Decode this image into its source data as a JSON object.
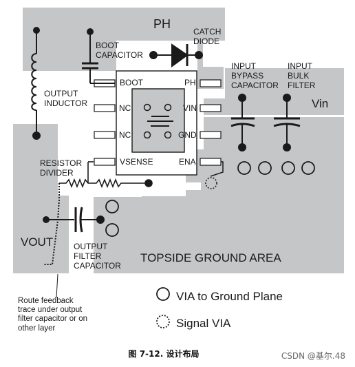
{
  "labels": {
    "ph": "PH",
    "catch_diode": "CATCH\nDIODE",
    "boot_capacitor": "BOOT\nCAPACITOR",
    "output_inductor": "OUTPUT\nINDUCTOR",
    "input_bypass_capacitor": "INPUT\nBYPASS\nCAPACITOR",
    "input_bulk_filter": "INPUT\nBULK\nFILTER",
    "vin": "Vin",
    "resistor_divider": "RESISTOR\nDIVIDER",
    "vout": "VOUT",
    "output_filter_capacitor": "OUTPUT\nFILTER\nCAPACITOR",
    "topside_ground_area": "TOPSIDE GROUND AREA",
    "route_note": "Route feedback\ntrace under output\nfilter capacitor or on\nother layer"
  },
  "pins": {
    "boot": "BOOT",
    "ph": "PH",
    "nc1": "NC",
    "vin": "VIN",
    "nc2": "NC",
    "gnd": "GND",
    "vsense": "VSENSE",
    "ena": "ENA"
  },
  "legend": {
    "via_ground": "VIA to Ground Plane",
    "signal_via": "Signal VIA"
  },
  "caption": "图 7-12. 设计布局",
  "watermark": "CSDN @基尔.48",
  "colors": {
    "plane": "#c4c6c8",
    "stroke": "#1a1a1a",
    "white": "#ffffff"
  }
}
